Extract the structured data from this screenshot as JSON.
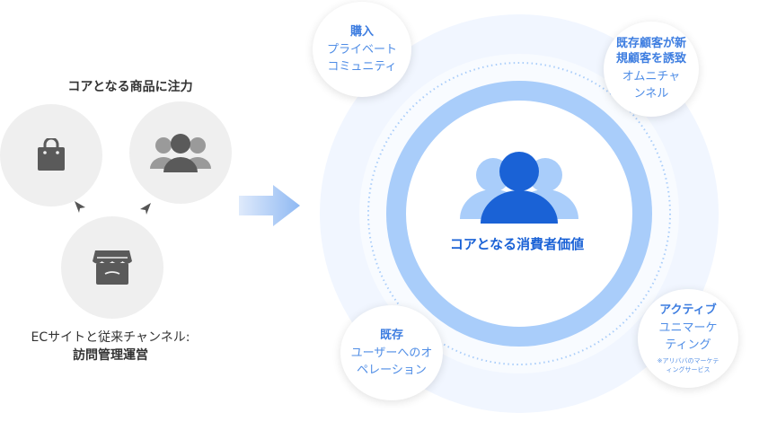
{
  "left": {
    "title": "コアとなる商品に注力",
    "caption_line1": "ECサイトと従来チャンネル:",
    "caption_line2": "訪問管理運営"
  },
  "center": {
    "label": "コアとなる消費者価値"
  },
  "bubbles": {
    "purchase": {
      "title": "購入",
      "text1": "プライベート",
      "text2": "コミュニティ"
    },
    "new": {
      "title1": "既存顧客が新",
      "title2": "規顧客を誘致",
      "text1": "オムニチャ",
      "text2": "ンネル"
    },
    "active": {
      "title": "アクティブ",
      "text1": "ユニマーケ",
      "text2": "ティング",
      "note1": "※アリババのマーケテ",
      "note2": "ィングサービス"
    },
    "existing": {
      "title": "既存",
      "text1": "ユーザーへのオ",
      "text2": "ペレーション"
    }
  },
  "icons": {
    "bag": "shopping-bag-icon",
    "people": "people-group-icon",
    "store": "storefront-icon",
    "arrow": "right-arrow-icon"
  },
  "colors": {
    "accent": "#1a62d6",
    "ring": "#a9cdfa",
    "outer_halo": "#f1f6ff",
    "icon_gray": "#5a5a5a"
  }
}
